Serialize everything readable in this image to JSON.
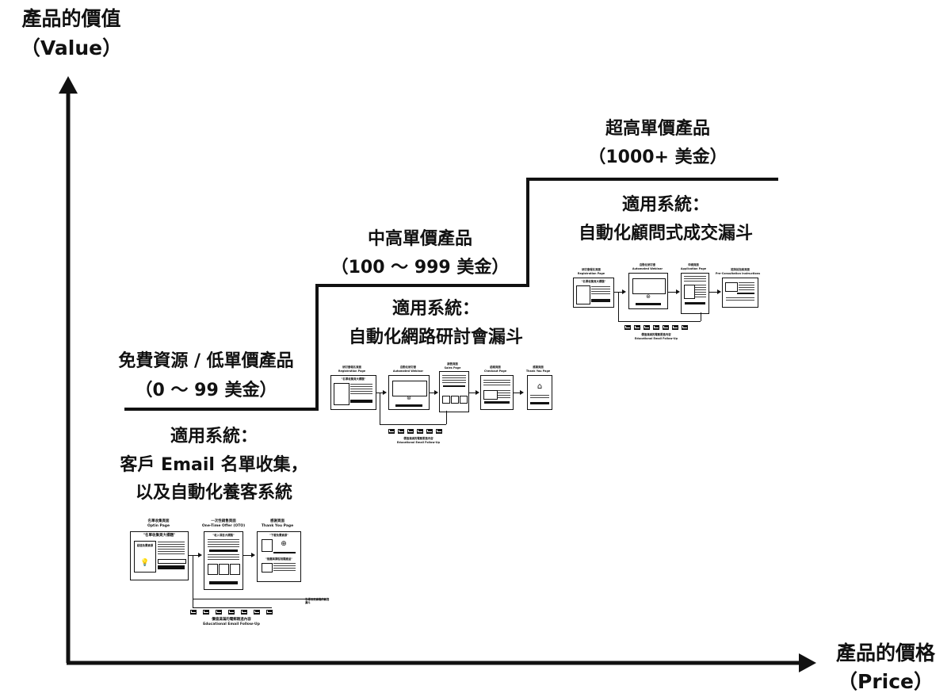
{
  "axes": {
    "y_title": "產品的價值",
    "y_sub": "（Value）",
    "x_title": "產品的價格",
    "x_sub": "（Price）"
  },
  "tiers": [
    {
      "title": "免費資源 / 低單價產品",
      "price": "（0 ～ 99 美金）",
      "system_label": "適用系統：",
      "system_line1": "客戶 Email 名單收集，",
      "system_line2": "以及自動化養客系統",
      "diagram": {
        "page1_title": "名單收集頁面",
        "page1_sub": "Optin Page",
        "page1_quote": "\"名單收集頁大標題\"",
        "page1_left": "超值免費資源",
        "page2_title": "一次性銷售頁面",
        "page2_sub": "One-Time Offer (OTO)",
        "page2_quote": "\"收入項目大標題\"",
        "page3_title": "感謝頁面",
        "page3_sub": "Thank You Page",
        "page3_quote": "\"下載免費資源\"",
        "page3_quote2": "\"推薦與課程相關產品\"",
        "branch_label": "引導到更高階的銷售漏斗",
        "followup_label": "價值滿滿的電郵跟進內容",
        "followup_sub": "Educational Email Follow-Up"
      }
    },
    {
      "title": "中高單價產品",
      "price": "（100 ～ 999 美金）",
      "system_label": "適用系統：",
      "system_line1": "自動化網路研討會漏斗",
      "diagram": {
        "page1_title": "研討會報名頁面",
        "page1_sub": "Registration Page",
        "page1_quote": "\"名單收集頁大標題\"",
        "page2_title": "自動化研討會",
        "page2_sub": "Automated Webinar",
        "page3_title": "銷售頁面",
        "page3_sub": "Sales Page",
        "page4_title": "結帳頁面",
        "page4_sub": "Checkout Page",
        "page5_title": "感謝頁面",
        "page5_sub": "Thank You Page",
        "followup_label": "價值滿滿的電郵跟進內容",
        "followup_sub": "Educational Email Follow-Up"
      }
    },
    {
      "title": "超高單價產品",
      "price": "（1000+ 美金）",
      "system_label": "適用系統：",
      "system_line1": "自動化顧問式成交漏斗",
      "diagram": {
        "page1_title": "研討會報名頁面",
        "page1_sub": "Registration Page",
        "page1_quote": "\"名單收集頁大標題\"",
        "page2_title": "自動化研討會",
        "page2_sub": "Automated Webinar",
        "page3_title": "申請頁面",
        "page3_sub": "Application Page",
        "page4_title": "諮詢前指南頁面",
        "page4_sub": "Pre-Consultation Instructions",
        "followup_label": "價值滿滿的電郵跟進內容",
        "followup_sub": "Educational Email Follow-Up"
      }
    }
  ],
  "colors": {
    "ink": "#111111",
    "background": "#ffffff"
  }
}
